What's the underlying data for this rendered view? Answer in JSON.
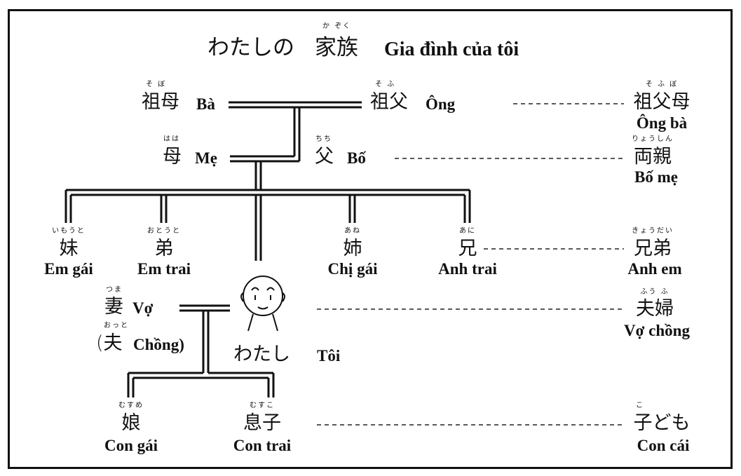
{
  "title": {
    "jp_prefix": "わたしの",
    "jp_kanji": "家族",
    "jp_kanji_ruby": "か ぞく",
    "vi": "Gia đình của tôi"
  },
  "people": {
    "grandmother": {
      "kanji": "祖母",
      "ruby": "そ ぼ",
      "vi": "Bà"
    },
    "grandfather": {
      "kanji": "祖父",
      "ruby": "そ ふ",
      "vi": "Ông"
    },
    "mother": {
      "kanji": "母",
      "ruby": "はは",
      "vi": "Mẹ"
    },
    "father": {
      "kanji": "父",
      "ruby": "ちち",
      "vi": "Bố"
    },
    "younger_sister": {
      "kanji": "妹",
      "ruby": "いもうと",
      "vi": "Em gái"
    },
    "younger_brother": {
      "kanji": "弟",
      "ruby": "おとうと",
      "vi": "Em trai"
    },
    "older_sister": {
      "kanji": "姉",
      "ruby": "あね",
      "vi": "Chị gái"
    },
    "older_brother": {
      "kanji": "兄",
      "ruby": "あに",
      "vi": "Anh trai"
    },
    "wife": {
      "kanji": "妻",
      "ruby": "つま",
      "vi": "Vợ"
    },
    "husband": {
      "kanji": "(夫",
      "ruby": "おっと",
      "vi": "Chồng)"
    },
    "me": {
      "kanji": "わたし",
      "vi": "Tôi"
    },
    "daughter": {
      "kanji": "娘",
      "ruby": "むすめ",
      "vi": "Con gái"
    },
    "son": {
      "kanji": "息子",
      "ruby": "むすこ",
      "vi": "Con trai"
    }
  },
  "groups": {
    "grandparents": {
      "kanji": "祖父母",
      "ruby": "そ ふ ぼ",
      "vi": "Ông bà"
    },
    "parents": {
      "kanji": "両親",
      "ruby": "りょうしん",
      "vi": "Bố mẹ"
    },
    "siblings": {
      "kanji": "兄弟",
      "ruby": "きょうだい",
      "vi": "Anh em"
    },
    "couple": {
      "kanji": "夫婦",
      "ruby": "ふう ふ",
      "vi": "Vợ chồng"
    },
    "children": {
      "kanji": "子ども",
      "ruby": "こ",
      "vi": "Con cái"
    }
  }
}
